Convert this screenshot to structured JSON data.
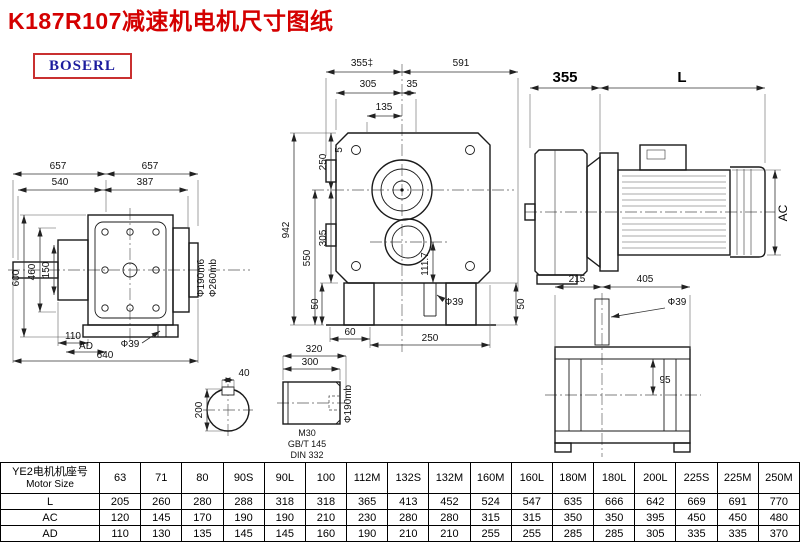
{
  "page": {
    "title": "K187R107减速机电机尺寸图纸",
    "logo": "BOSERL"
  },
  "views": {
    "left": {
      "t657a": "657",
      "t657b": "657",
      "t540": "540",
      "t387": "387",
      "v600": "600",
      "v460": "460",
      "v150": "150",
      "b110": "110",
      "bAD": "AD",
      "b640": "640",
      "phi39": "Ф39",
      "phi190": "Ф190m6",
      "phi260": "Ф260mb"
    },
    "front": {
      "t355": "355‡",
      "t591": "591",
      "t305": "305",
      "t35": "35",
      "t135": "135",
      "v250": "250",
      "v5": "5",
      "v305": "305",
      "v550": "550",
      "v942": "942",
      "v1117": "111.7",
      "v50l": "50",
      "v50r": "50",
      "b60": "60",
      "b250": "250",
      "phi39": "Ф39"
    },
    "right": {
      "t355": "355",
      "tL": "L",
      "vAC": "AC",
      "b215": "215",
      "b405": "405",
      "phi39": "Ф39",
      "d95": "95"
    },
    "detail": {
      "d40": "40",
      "d200": "200",
      "d320": "320",
      "d300": "300",
      "m30": "M30",
      "gbt": "GB/T 145",
      "din": "DIN 332",
      "phi190": "Ф190mb"
    }
  },
  "table": {
    "row_header_cn": "YE2电机机座号",
    "row_header_en": "Motor Size",
    "columns": [
      "63",
      "71",
      "80",
      "90S",
      "90L",
      "100",
      "112M",
      "132S",
      "132M",
      "160M",
      "160L",
      "180M",
      "180L",
      "200L",
      "225S",
      "225M",
      "250M"
    ],
    "rows": [
      {
        "label": "L",
        "values": [
          "205",
          "260",
          "280",
          "288",
          "318",
          "318",
          "365",
          "413",
          "452",
          "524",
          "547",
          "635",
          "666",
          "642",
          "669",
          "691",
          "770"
        ]
      },
      {
        "label": "AC",
        "values": [
          "120",
          "145",
          "170",
          "190",
          "190",
          "210",
          "230",
          "280",
          "280",
          "315",
          "315",
          "350",
          "350",
          "395",
          "450",
          "450",
          "480"
        ]
      },
      {
        "label": "AD",
        "values": [
          "110",
          "130",
          "135",
          "145",
          "145",
          "160",
          "190",
          "210",
          "210",
          "255",
          "255",
          "285",
          "285",
          "305",
          "335",
          "335",
          "370"
        ]
      }
    ]
  }
}
